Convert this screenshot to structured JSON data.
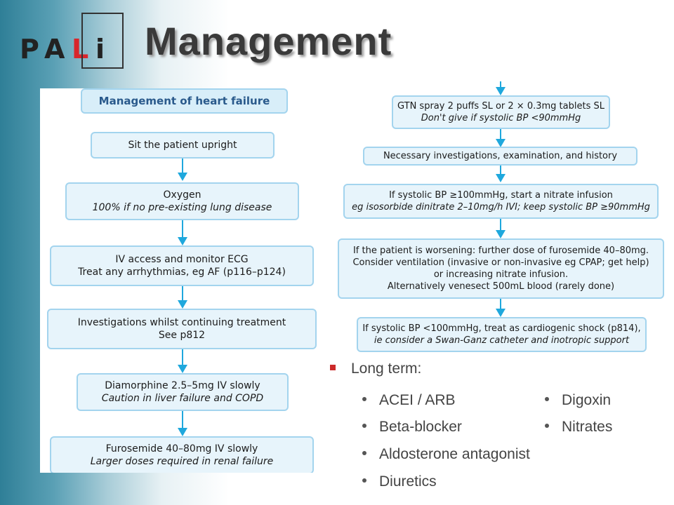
{
  "logo": {
    "letters": [
      "P",
      "A",
      "L",
      "i"
    ],
    "highlight_color": "#d8262c"
  },
  "title": "Management",
  "left_flow": {
    "header": "Management of heart failure",
    "steps": [
      {
        "line1": "Sit the patient upright",
        "line2": ""
      },
      {
        "line1": "Oxygen",
        "line2": "100% if no pre-existing lung disease"
      },
      {
        "line1": "IV access and monitor ECG",
        "line2": "Treat any arrhythmias, eg AF (p116–p124)"
      },
      {
        "line1": "Investigations whilst continuing treatment",
        "line2": "See p812"
      },
      {
        "line1": "Diamorphine 2.5–5mg IV slowly",
        "line2": "Caution in liver failure and COPD"
      },
      {
        "line1": "Furosemide 40–80mg IV slowly",
        "line2": "Larger doses required in renal failure"
      }
    ]
  },
  "right_flow": {
    "steps": [
      {
        "lines": [
          "GTN spray 2 puffs SL or 2 × 0.3mg tablets SL",
          "Don't give if systolic BP <90mmHg"
        ]
      },
      {
        "lines": [
          "Necessary investigations, examination, and history"
        ]
      },
      {
        "lines": [
          "If systolic BP ≥100mmHg, start a nitrate infusion",
          "eg isosorbide dinitrate 2–10mg/h IVI; keep systolic BP ≥90mmHg"
        ]
      },
      {
        "lines": [
          "If the patient is worsening: further dose of furosemide 40–80mg.",
          "Consider ventilation (invasive or non-invasive eg CPAP; get help)",
          "or increasing nitrate infusion.",
          "Alternatively venesect 500mL blood (rarely done)"
        ]
      },
      {
        "lines": [
          "If systolic BP <100mmHg, treat as cardiogenic shock (p814),",
          "ie consider a Swan-Ganz catheter and inotropic support"
        ]
      }
    ]
  },
  "long_term": {
    "heading": "Long term:",
    "col1": [
      "ACEI / ARB",
      "Beta-blocker",
      "Aldosterone antagonist",
      "Diuretics"
    ],
    "col2": [
      "Digoxin",
      "Nitrates"
    ]
  }
}
